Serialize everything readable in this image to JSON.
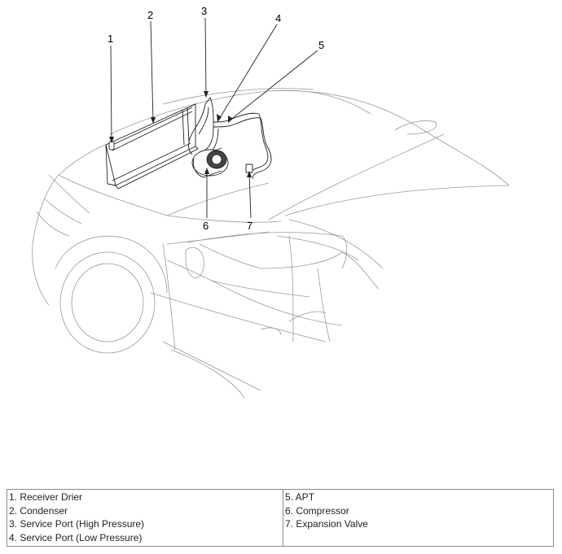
{
  "callouts": [
    "1",
    "2",
    "3",
    "4",
    "5",
    "6",
    "7"
  ],
  "legend": {
    "left": [
      "1. Receiver Drier",
      "2. Condenser",
      "3. Service Port (High Pressure)",
      "4. Service Port (Low Pressure)"
    ],
    "right": [
      "5. APT",
      "6. Compressor",
      "7. Expansion Valve"
    ]
  }
}
